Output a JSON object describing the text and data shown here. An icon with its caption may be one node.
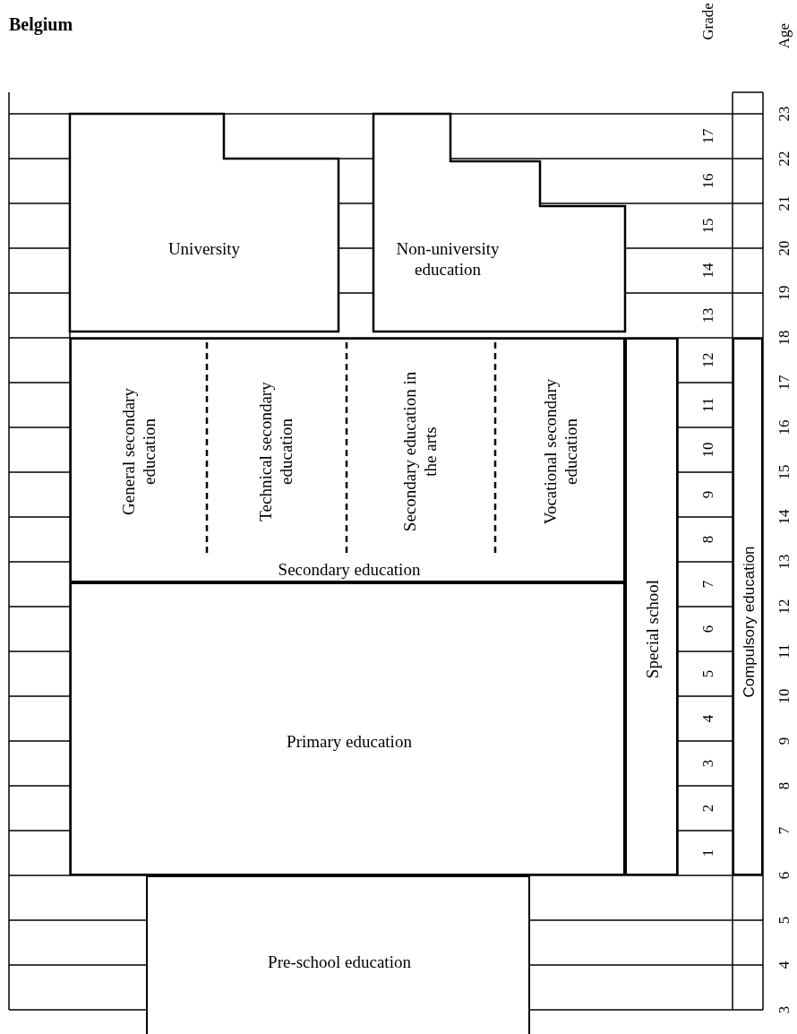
{
  "diagram": {
    "title": "Belgium",
    "nodes": [
      {
        "text": [
          "University"
        ]
      },
      {
        "text": [
          "Non-university education"
        ]
      },
      {
        "text": [
          "Secondary education"
        ]
      },
      {
        "text": [
          "General secondary education"
        ],
        "in": 2
      },
      {
        "text": [
          "Technical secondary education"
        ],
        "in": 2
      },
      {
        "text": [
          "Secondary education in the arts"
        ],
        "in": 2
      },
      {
        "text": [
          "Vocational secondary education"
        ],
        "in": 2
      },
      {
        "text": [
          "Special school"
        ]
      },
      {
        "text": [
          "Compulsory education"
        ]
      },
      {
        "text": [
          "Primary education"
        ]
      },
      {
        "text": [
          "Pre-school education"
        ]
      }
    ],
    "labels": [
      "Grade",
      "Age",
      "23",
      "17",
      "22",
      "16",
      "21",
      "15",
      "20",
      "14",
      "19",
      "13",
      "18",
      "12",
      "17",
      "11",
      "16",
      "10",
      "15",
      "9",
      "14",
      "8",
      "13",
      "7",
      "12",
      "6",
      "11",
      "5",
      "10",
      "4",
      "9",
      "3",
      "8",
      "2",
      "7",
      "1",
      "6",
      "5",
      "4",
      "3"
    ]
  }
}
